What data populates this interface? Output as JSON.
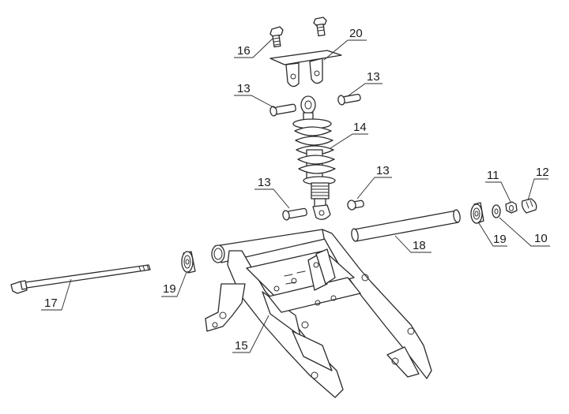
{
  "diagram": {
    "callouts": [
      {
        "id": "c16",
        "label": "16"
      },
      {
        "id": "c20",
        "label": "20"
      },
      {
        "id": "c13a",
        "label": "13"
      },
      {
        "id": "c13b",
        "label": "13"
      },
      {
        "id": "c14",
        "label": "14"
      },
      {
        "id": "c13c",
        "label": "13"
      },
      {
        "id": "c13d",
        "label": "13"
      },
      {
        "id": "c11",
        "label": "11"
      },
      {
        "id": "c12",
        "label": "12"
      },
      {
        "id": "c10",
        "label": "10"
      },
      {
        "id": "c19a",
        "label": "19"
      },
      {
        "id": "c18",
        "label": "18"
      },
      {
        "id": "c19b",
        "label": "19"
      },
      {
        "id": "c17",
        "label": "17"
      },
      {
        "id": "c15",
        "label": "15"
      }
    ]
  }
}
